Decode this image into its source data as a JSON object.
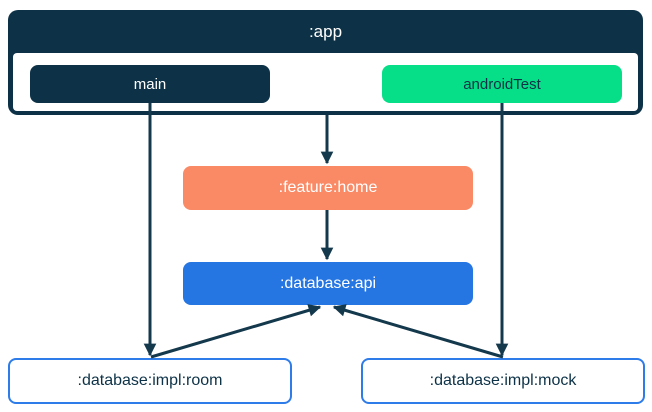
{
  "diagram": {
    "nodes": {
      "app": {
        "label": ":app",
        "color": "#0D3247",
        "text_color": "#FFFFFF"
      },
      "main": {
        "label": "main",
        "color": "#0D3247",
        "text_color": "#FFFFFF"
      },
      "android_test": {
        "label": "androidTest",
        "color": "#07DE88",
        "text_color": "#0D3247"
      },
      "feature_home": {
        "label": ":feature:home",
        "color": "#FA8A66",
        "text_color": "#FFFFFF"
      },
      "database_api": {
        "label": ":database:api",
        "color": "#2575E2",
        "text_color": "#FFFFFF"
      },
      "database_impl_room": {
        "label": ":database:impl:room",
        "color": "#FFFFFF",
        "border_color": "#2E7CE9",
        "text_color": "#0D3247"
      },
      "database_impl_mock": {
        "label": ":database:impl:mock",
        "color": "#FFFFFF",
        "border_color": "#2E7CE9",
        "text_color": "#0D3247"
      }
    },
    "edges": [
      {
        "from": "app",
        "to": "feature_home"
      },
      {
        "from": "main",
        "to": "database_impl_room"
      },
      {
        "from": "android_test",
        "to": "database_impl_mock"
      },
      {
        "from": "feature_home",
        "to": "database_api"
      },
      {
        "from": "database_impl_room",
        "to": "database_api"
      },
      {
        "from": "database_impl_mock",
        "to": "database_api"
      }
    ],
    "arrow_color": "#14384C",
    "background_color": "#FFFFFF"
  }
}
